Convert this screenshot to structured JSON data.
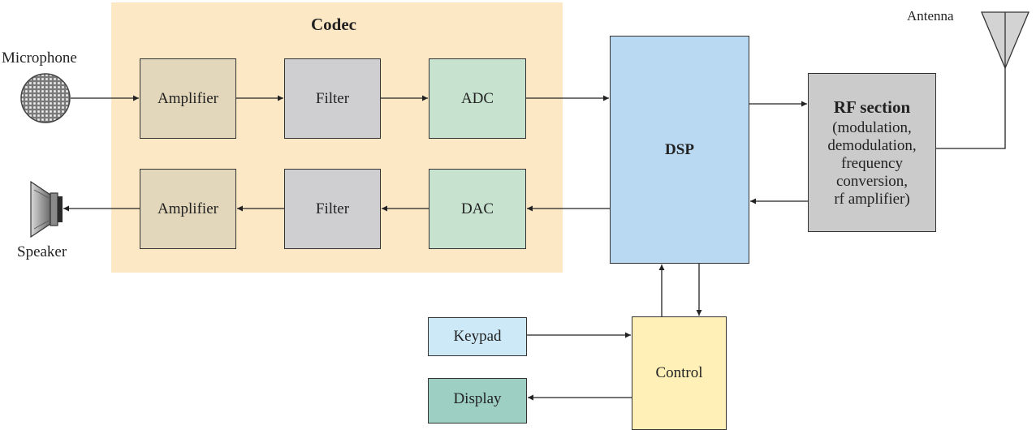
{
  "codec": {
    "title": "Codec"
  },
  "blocks": {
    "amp_in": "Amplifier",
    "filter_in": "Filter",
    "adc": "ADC",
    "amp_out": "Amplifier",
    "filter_out": "Filter",
    "dac": "DAC",
    "dsp": "DSP",
    "rf_title": "RF section",
    "rf_detail": [
      "(modulation,",
      "demodulation,",
      "frequency",
      "conversion,",
      "rf amplifier)"
    ],
    "keypad": "Keypad",
    "control": "Control",
    "display": "Display"
  },
  "labels": {
    "microphone": "Microphone",
    "speaker": "Speaker",
    "antenna": "Antenna"
  },
  "colors": {
    "codec_bg": "#fde8c6",
    "amplifier": "#e3d7bb",
    "filter": "#cfcfd2",
    "converter": "#c7e3cf",
    "dsp": "#b8d9f1",
    "rf": "#cbcbcb",
    "keypad": "#cde9f7",
    "control": "#fff0b7",
    "display": "#9dd0c3"
  }
}
